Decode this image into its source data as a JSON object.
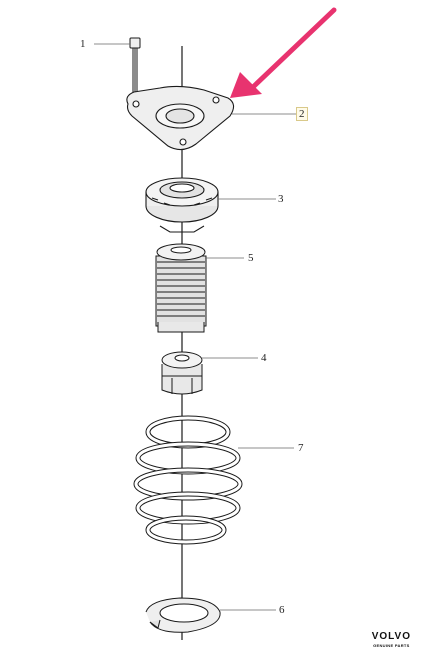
{
  "callouts": {
    "bolt": "1",
    "top_mount": "2",
    "bearing": "3",
    "bump_stop": "4",
    "dust_boot": "5",
    "lower_seat": "6",
    "coil_spring": "7"
  },
  "brand": {
    "name": "VOLVO",
    "subtitle": "GENUINE PARTS"
  },
  "colors": {
    "line": "#1a1a1a",
    "part_fill": "#efefef",
    "boot_fill": "#e2e2e2",
    "arrow": "#e8336f"
  }
}
